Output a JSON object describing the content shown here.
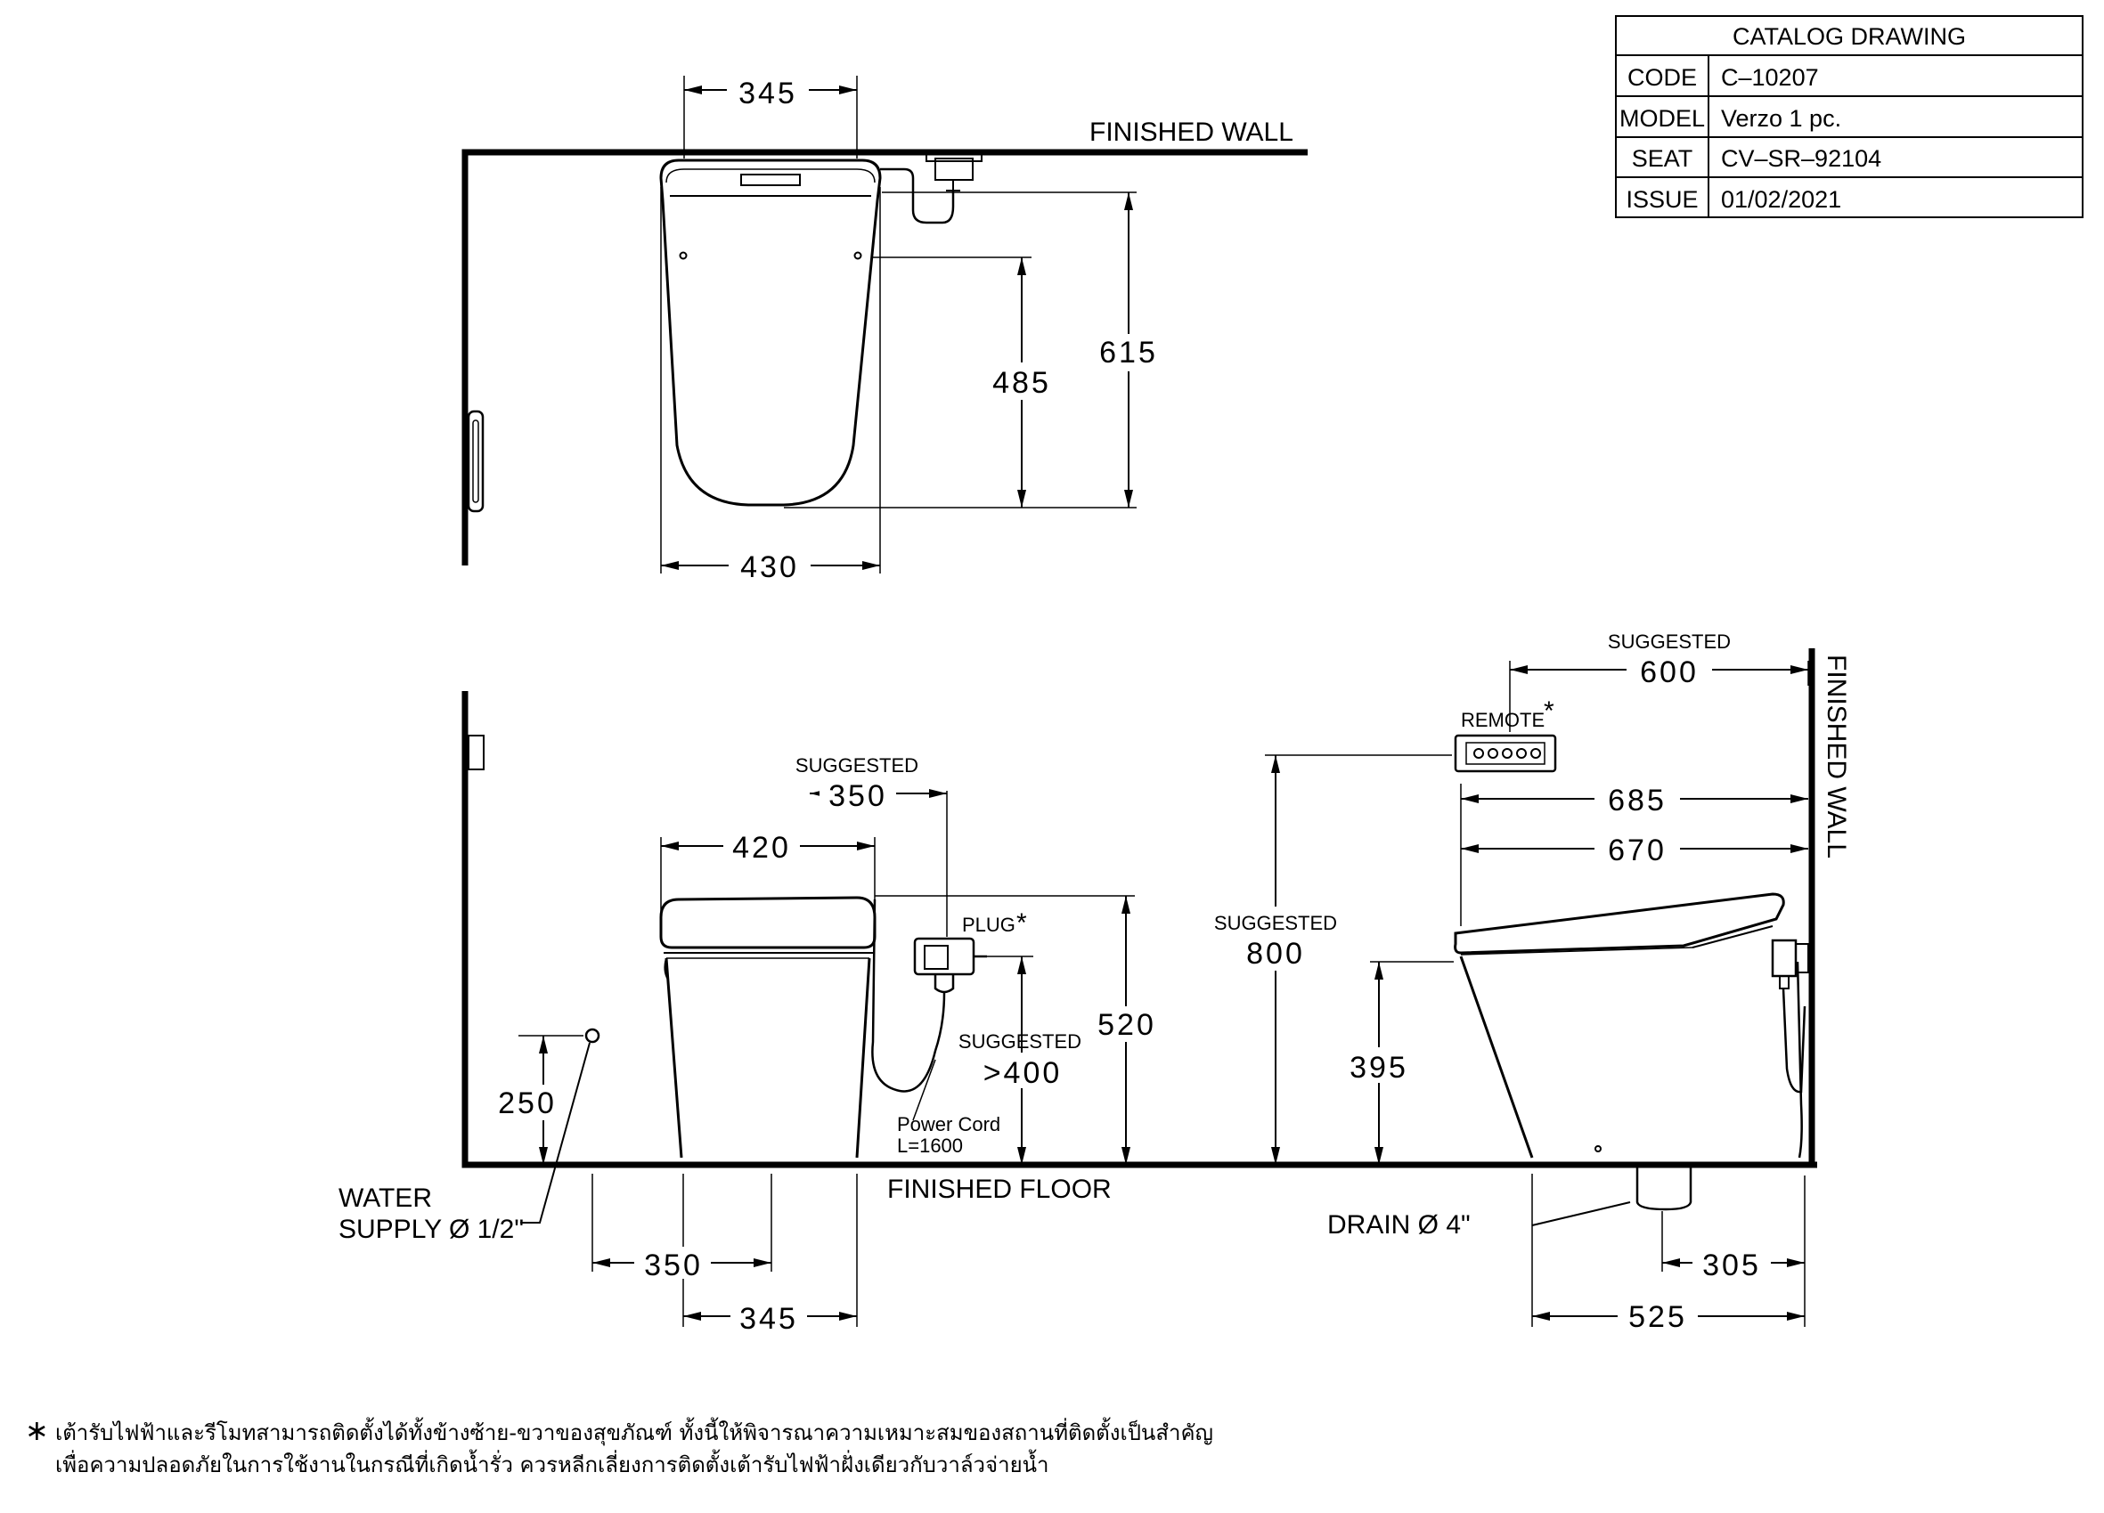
{
  "title_block": {
    "heading": "CATALOG  DRAWING",
    "rows": [
      {
        "key": "CODE",
        "value": "C–10207"
      },
      {
        "key": "MODEL",
        "value": "Verzo  1  pc."
      },
      {
        "key": "SEAT",
        "value": "CV–SR–92104"
      },
      {
        "key": "ISSUE",
        "value": "01/02/2021"
      }
    ]
  },
  "plan_view": {
    "wall_label": "FINISHED WALL",
    "dim_top_width": "345",
    "dim_bottom_width": "430",
    "dim_inner_depth": "485",
    "dim_total_depth": "615"
  },
  "front_view": {
    "floor_label": "FINISHED FLOOR",
    "suggested_label_1": "SUGGESTED",
    "dim_plug_offset": "350",
    "dim_seat_width": "420",
    "plug_label": "PLUG",
    "plug_asterisk": "*",
    "suggested_label_2": "SUGGESTED",
    "dim_plug_height": ">400",
    "dim_height": "520",
    "power_cord_label": "Power Cord",
    "power_cord_length": "L=1600",
    "dim_water_height": "250",
    "water_supply_line1": "WATER",
    "water_supply_line2": "SUPPLY Ø 1/2\"",
    "dim_water_offset": "350",
    "dim_base_width": "345"
  },
  "side_view": {
    "wall_label": "FINISHED WALL",
    "suggested_label_remote": "SUGGESTED",
    "dim_remote_distance": "600",
    "remote_label": "REMOTE",
    "remote_asterisk": "*",
    "suggested_label_height": "SUGGESTED",
    "dim_remote_height": "800",
    "dim_total_length": "685",
    "dim_seat_length": "670",
    "dim_seat_height": "395",
    "drain_label": "DRAIN Ø 4\"",
    "dim_drain_offset": "305",
    "dim_base_length": "525"
  },
  "footnote": {
    "symbol": "∗",
    "line1": "เต้ารับไฟฟ้าและรีโมทสามารถติดตั้งได้ทั้งข้างซ้าย-ขวาของสุขภัณฑ์ ทั้งนี้ให้พิจารณาความเหมาะสมของสถานที่ติดตั้งเป็นสำคัญ",
    "line2": "เพื่อความปลอดภัยในการใช้งานในกรณีที่เกิดน้ำรั่ว ควรหลีกเลี่ยงการติดตั้งเต้ารับไฟฟ้าฝั่งเดียวกับวาล์วจ่ายน้ำ"
  }
}
